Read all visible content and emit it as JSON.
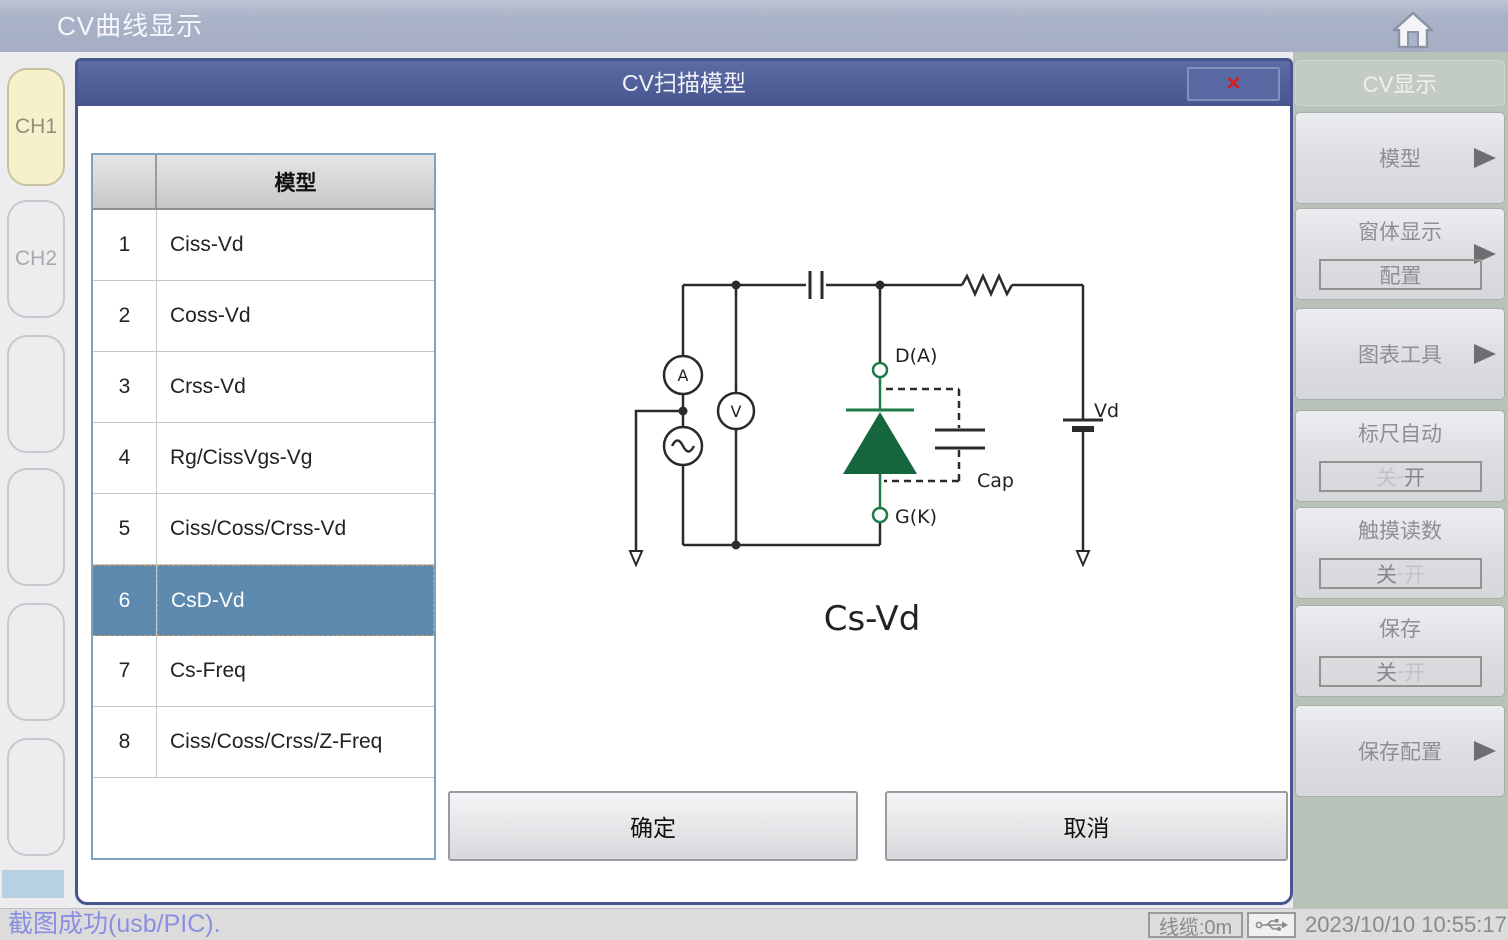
{
  "top_bar": {
    "title": "CV曲线显示"
  },
  "left_sidebar": {
    "tabs": [
      {
        "label": "CH1",
        "active": true
      },
      {
        "label": "CH2",
        "active": false
      },
      {
        "label": "",
        "active": false
      },
      {
        "label": "",
        "active": false
      },
      {
        "label": "",
        "active": false
      },
      {
        "label": "",
        "active": false
      }
    ]
  },
  "dialog": {
    "title": "CV扫描模型",
    "close_label": "×",
    "table": {
      "header": "模型",
      "selected_index": 5,
      "rows": [
        {
          "num": "1",
          "model": "Ciss-Vd"
        },
        {
          "num": "2",
          "model": "Coss-Vd"
        },
        {
          "num": "3",
          "model": "Crss-Vd"
        },
        {
          "num": "4",
          "model": "Rg/CissVgs-Vg"
        },
        {
          "num": "5",
          "model": "Ciss/Coss/Crss-Vd"
        },
        {
          "num": "6",
          "model": "CsD-Vd"
        },
        {
          "num": "7",
          "model": "Cs-Freq"
        },
        {
          "num": "8",
          "model": "Ciss/Coss/Crss/Z-Freq"
        }
      ]
    },
    "diagram": {
      "caption": "Cs-Vd",
      "ammeter": "A",
      "voltmeter": "V",
      "top_terminal": "D(A)",
      "bottom_terminal": "G(K)",
      "cap_label": "Cap",
      "source_label": "Vd",
      "wire_color": "#2b2b2b",
      "diode_color": "#15663c",
      "diode_stroke": "#1e7a46"
    },
    "buttons": {
      "ok": "确定",
      "cancel": "取消"
    }
  },
  "right_sidebar": {
    "header": "CV显示",
    "buttons": [
      {
        "label": "模型",
        "arrow": true
      },
      {
        "label": "窗体显示",
        "arrow": true,
        "sub": "配置"
      },
      {
        "label": "图表工具",
        "arrow": true
      },
      {
        "label": "标尺自动",
        "toggle_off": "关",
        "toggle_sep": "-",
        "toggle_on": "开",
        "state": "on"
      },
      {
        "label": "触摸读数",
        "toggle_off": "关",
        "toggle_sep": "-",
        "toggle_on": "开",
        "state": "off"
      },
      {
        "label": "保存",
        "toggle_off": "关",
        "toggle_sep": "-",
        "toggle_on": "开",
        "state": "off"
      },
      {
        "label": "保存配置",
        "arrow": true
      }
    ]
  },
  "status_bar": {
    "message": "截图成功(usb/PIC).",
    "cable": "线缆:0m",
    "datetime": "2023/10/10 10:55:17"
  },
  "colors": {
    "topbar": "#a9b2c7",
    "dialog_titlebar": "#47568f",
    "selected_row": "#5d89ae",
    "active_tab": "#f6f1ca",
    "right_sidebar_bg": "#b8c2b8",
    "status_message": "#8a8fe0",
    "close_x": "#d81e1e"
  }
}
